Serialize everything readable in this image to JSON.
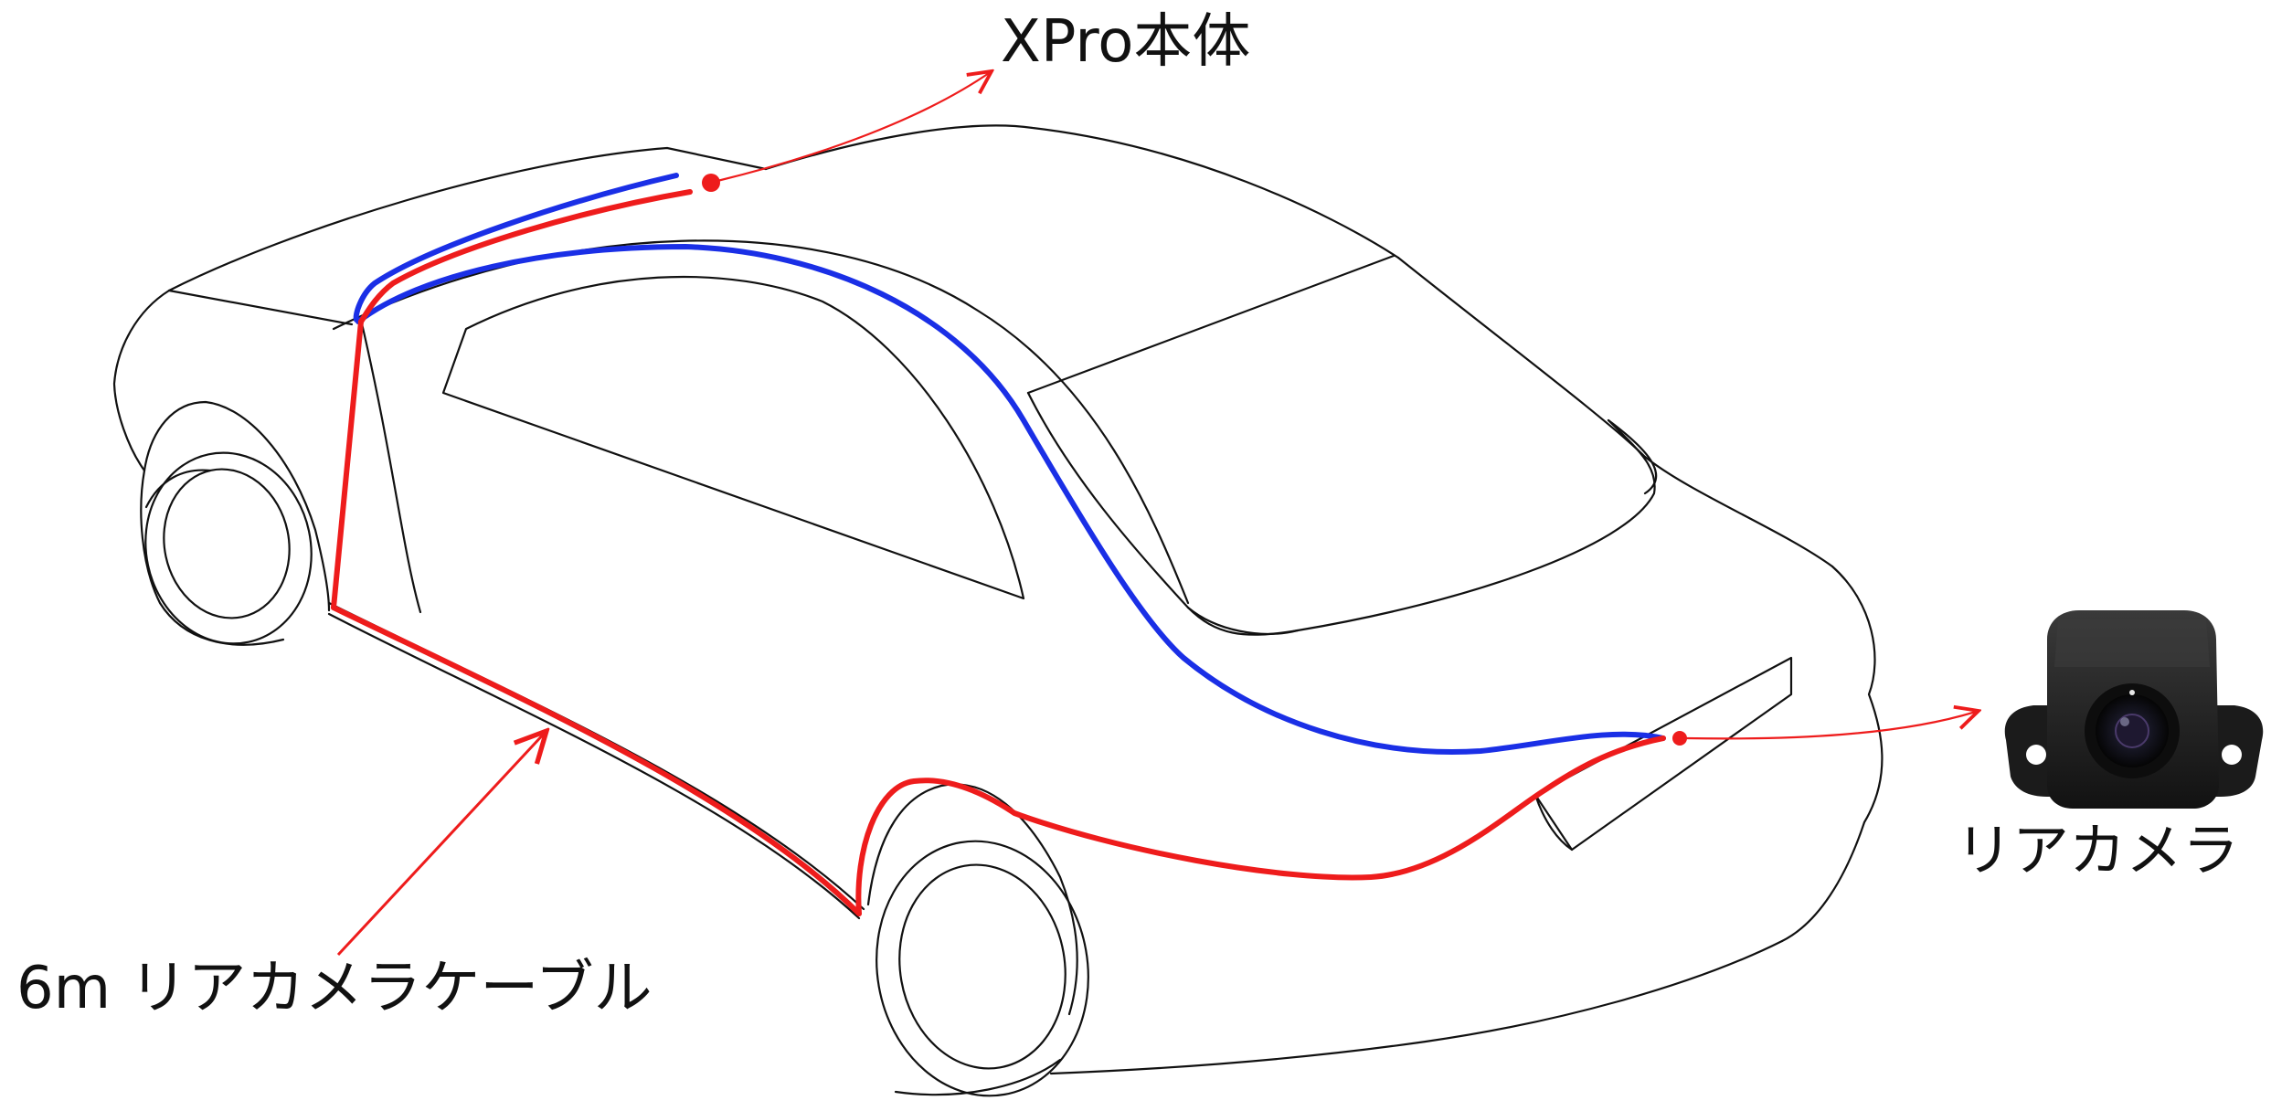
{
  "labels": {
    "main_unit": "XPro本体",
    "rear_camera": "リアカメラ",
    "cable": "6m リアカメラケーブル"
  },
  "colors": {
    "outline": "#111111",
    "red_cable": "#ee1c1c",
    "blue_cable": "#1a2fe6",
    "camera_body": "#1b1b1b"
  }
}
